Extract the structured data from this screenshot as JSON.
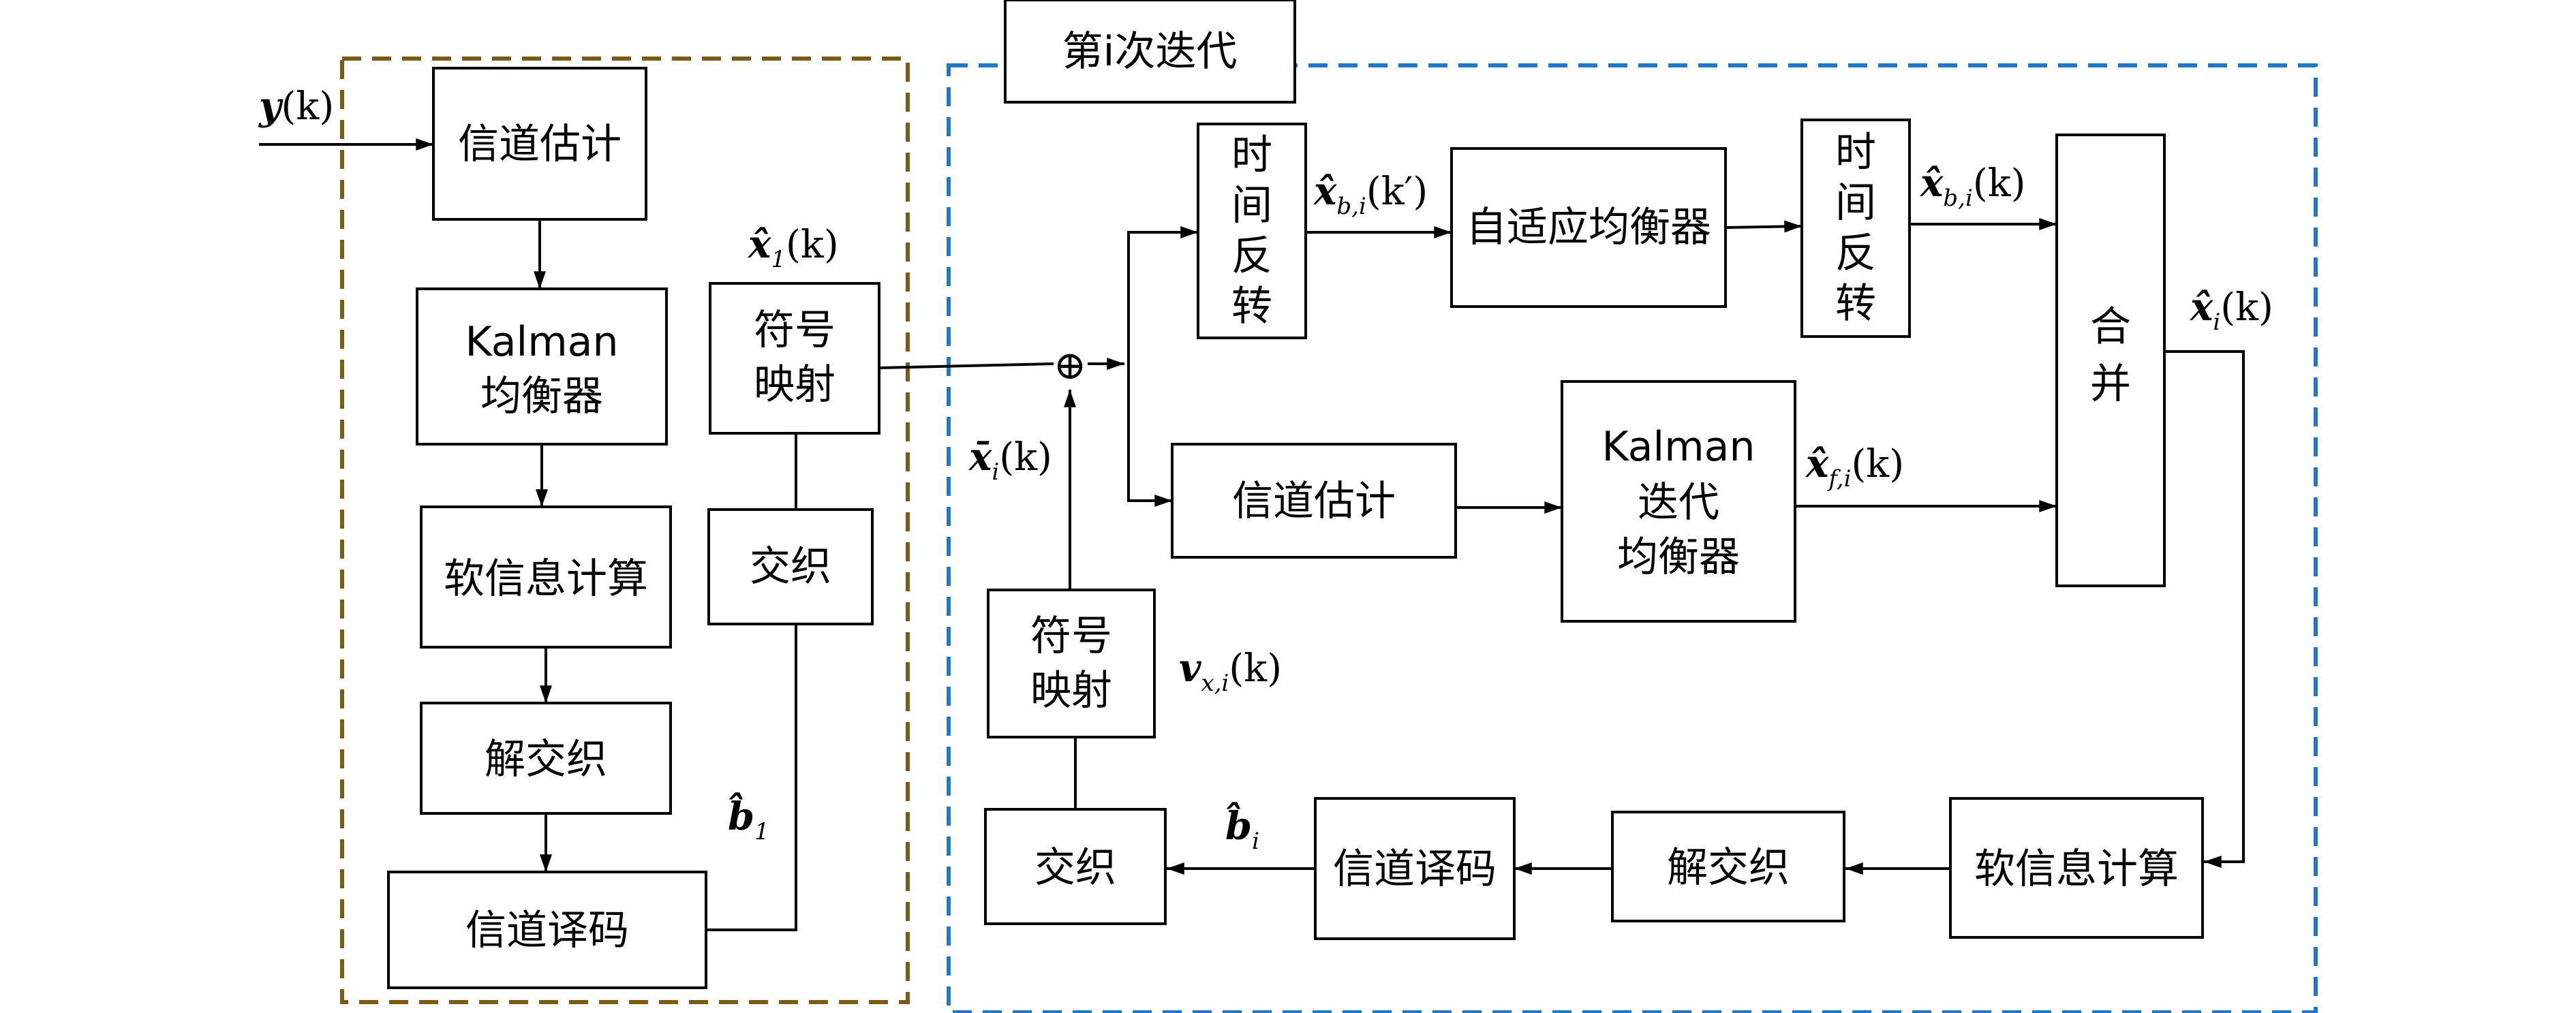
{
  "colors": {
    "init_frame": "#7a5a14",
    "iter_frame": "#1f78c8",
    "line": "#000000"
  },
  "frames": {
    "iteration_title": "第i次迭代"
  },
  "blocks": {
    "ch_est_1": "信道估计",
    "kalman_1_l1": "Kalman",
    "kalman_1_l2": "均衡器",
    "soft_info_1": "软信息计算",
    "deinterleave_1": "解交织",
    "ch_decode_1": "信道译码",
    "sym_map_1_l1": "符号",
    "sym_map_1_l2": "映射",
    "interleave_1": "交织",
    "time_rev_1": [
      "时",
      "间",
      "反",
      "转"
    ],
    "adaptive_eq": "自适应均衡器",
    "time_rev_2": [
      "时",
      "间",
      "反",
      "转"
    ],
    "combine": [
      "合",
      "并"
    ],
    "ch_est_2": "信道估计",
    "kalman_2_l1": "Kalman",
    "kalman_2_l2": "迭代",
    "kalman_2_l3": "均衡器",
    "sym_map_2_l1": "符号",
    "sym_map_2_l2": "映射",
    "interleave_2": "交织",
    "ch_decode_2": "信道译码",
    "deinterleave_2": "解交织",
    "soft_info_2": "软信息计算"
  },
  "signals": {
    "input": {
      "main": "y",
      "arg": "(k)"
    },
    "x1": {
      "main": "x̂",
      "sub": "1",
      "arg": "(k)"
    },
    "b1": {
      "main": "b̂",
      "sub": "1"
    },
    "xbar": {
      "main": "x̄",
      "sub": "i",
      "arg": "(k)"
    },
    "sum_symbol": "⊕",
    "xb_prime": {
      "main": "x̂",
      "sub": "b,i",
      "arg": "(k′)"
    },
    "xb": {
      "main": "x̂",
      "sub": "b,i",
      "arg": "(k)"
    },
    "xf": {
      "main": "x̂",
      "sub": "f,i",
      "arg": "(k)"
    },
    "xi": {
      "main": "x̂",
      "sub": "i",
      "arg": "(k)"
    },
    "v": {
      "main": "v",
      "sub": "x,i",
      "arg": "(k)"
    },
    "bi": {
      "main": "b̂",
      "sub": "i"
    }
  }
}
